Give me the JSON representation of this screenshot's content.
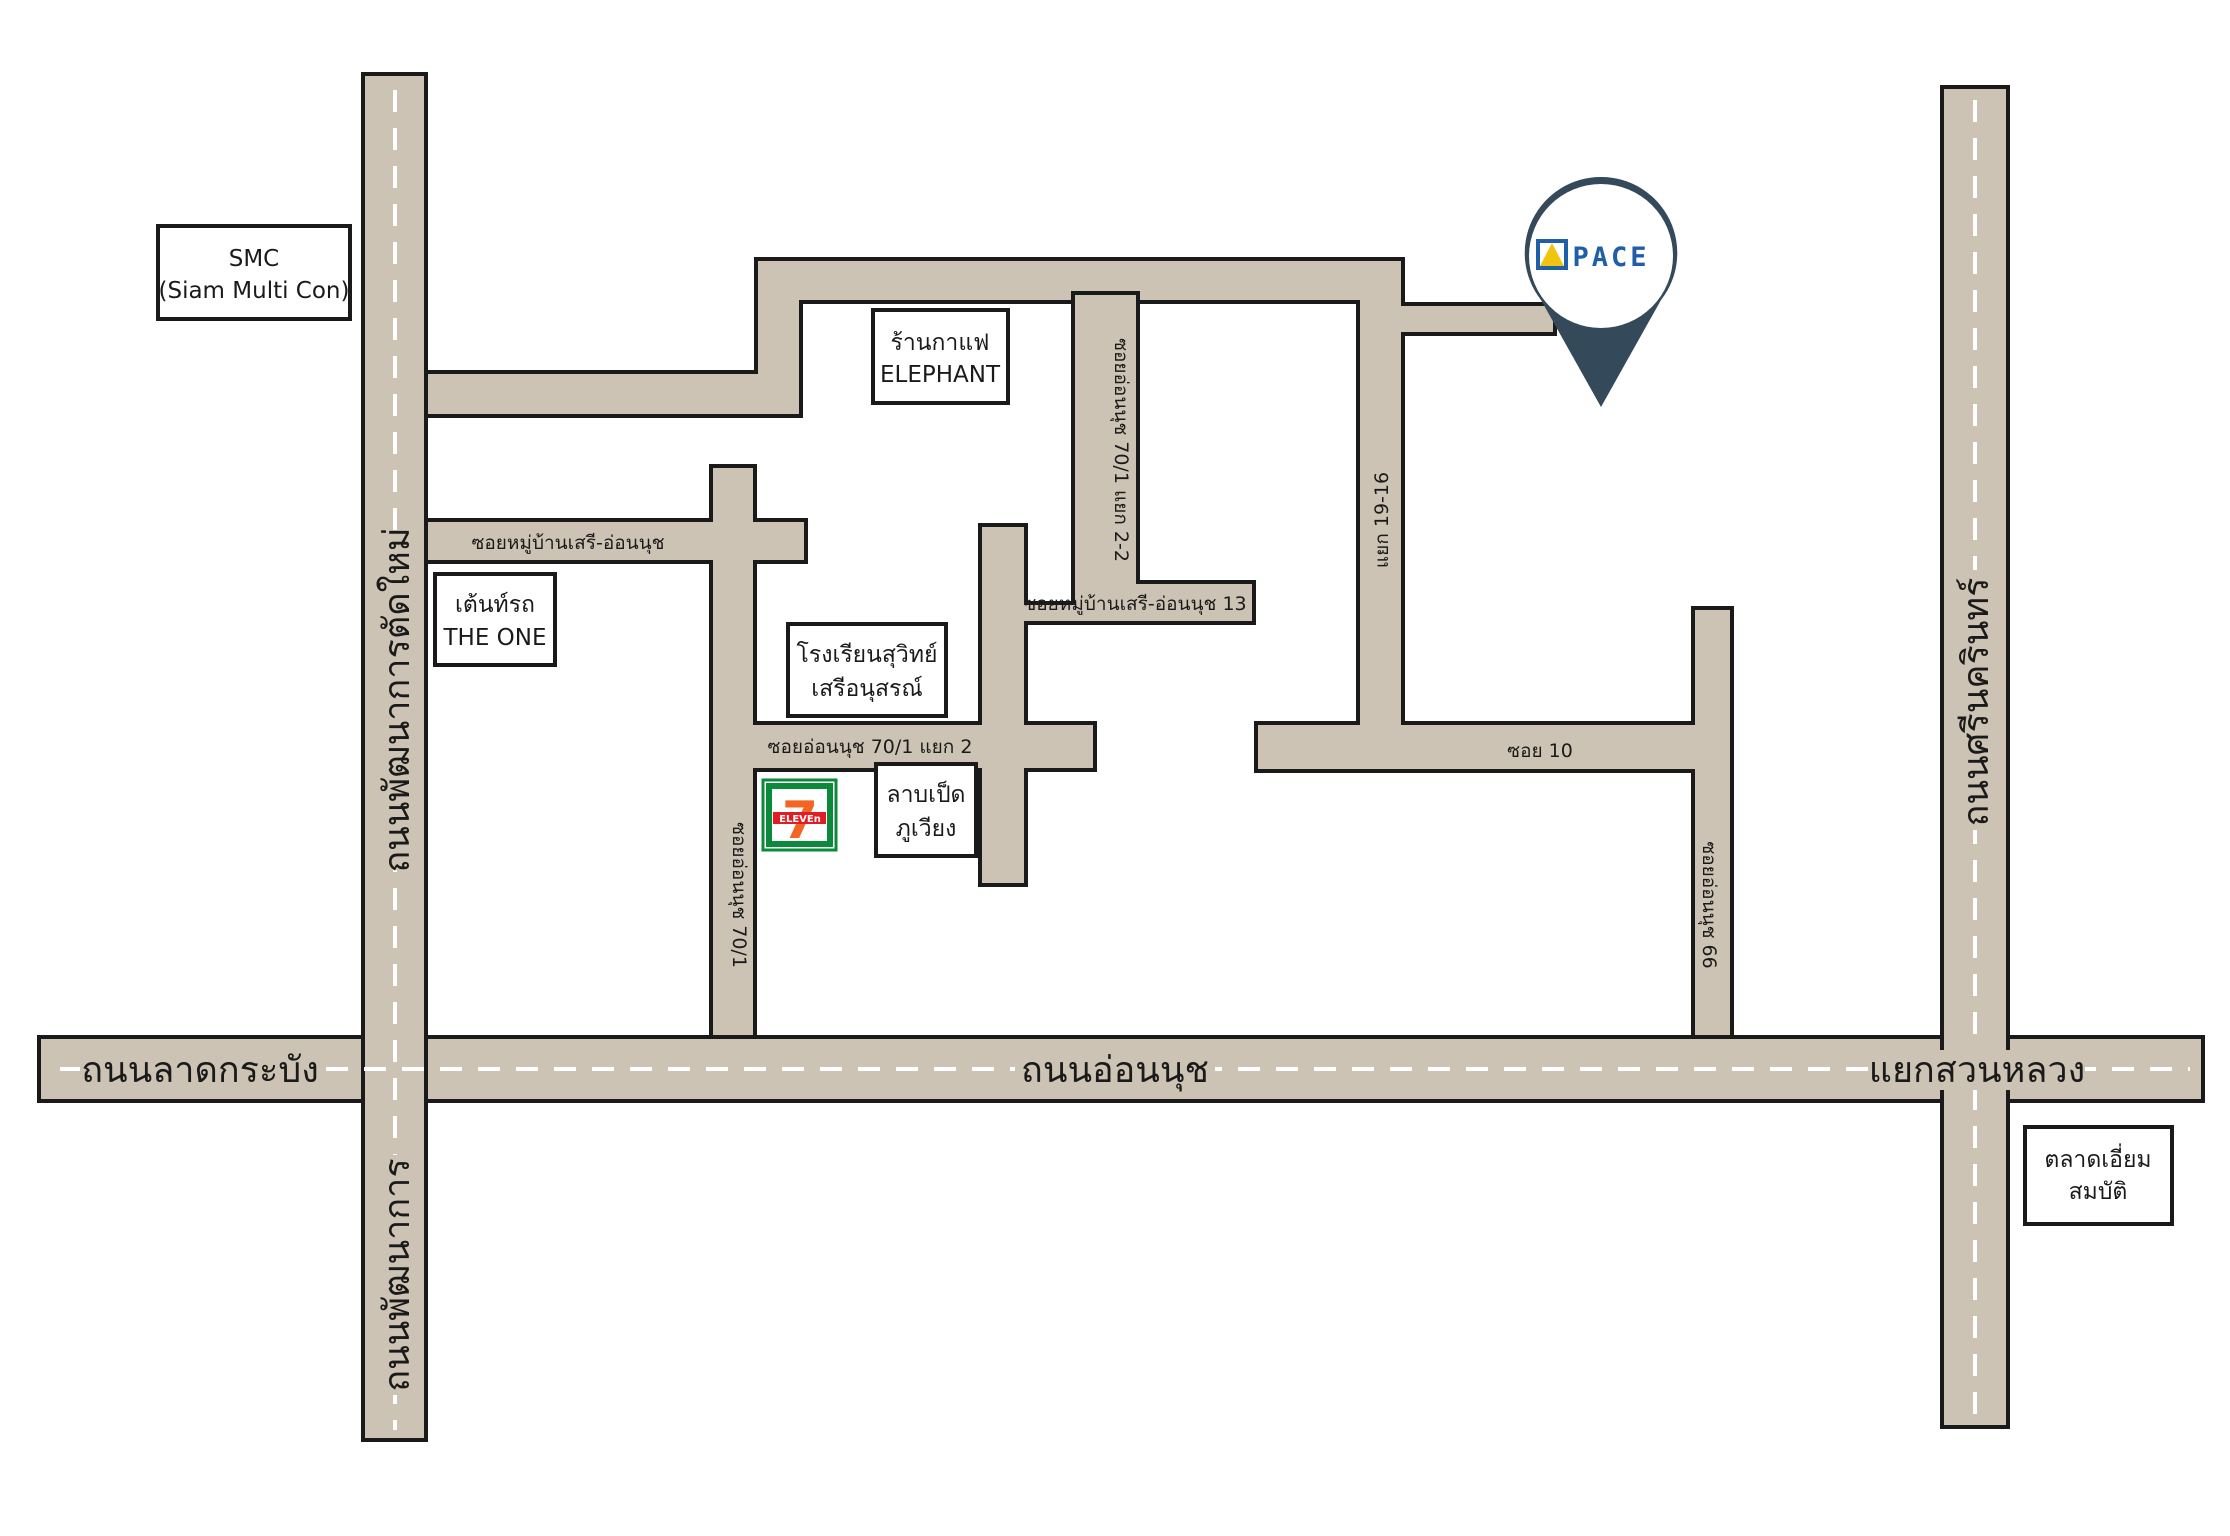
{
  "colors": {
    "road_fill": "#cdc3b4",
    "road_outline": "#1a1a1a",
    "lane_dash": "#ffffff",
    "pin": "#34495a",
    "logo_blue": "#1f5fa8",
    "logo_yellow": "#f1c40f",
    "seven_green": "#0a8a3a",
    "seven_orange": "#f26522",
    "seven_red": "#e31b23"
  },
  "roads": {
    "lat_krabang": "ถนนลาดกระบัง",
    "on_nut": "ถนนอ่อนนุช",
    "yaek_suan_luang": "แยกสวนหลวง",
    "phatthanakan_tat_mai": "ถนนพัฒนาการตัดใหม่",
    "phatthanakan": "ถนนพัฒนาการ",
    "srinakarin": "ถนนศรีนครินทร์",
    "soi_on_nut_70_1": "ซอยอ่อนนุช 70/1",
    "soi_on_nut_66": "ซอยอ่อนนุช 66",
    "soi_moo_ban_serm": "ซอยหมู่บ้านเสรี-อ่อนนุช",
    "soi_moo_ban_serm_13": "ซอยหมู่บ้านเสรี-อ่อนนุช 13",
    "soi_70_1_yaek_2": "ซอยอ่อนนุช 70/1 แยก 2",
    "soi_70_1_yaek_2_2": "ซอยอ่อนนุช 70/1 แยก 2-2",
    "yaek_19_16": "แยก 19-16",
    "soi_10": "ซอย 10"
  },
  "landmarks": {
    "smc": {
      "line1": "SMC",
      "line2": "(Siam Multi Con)"
    },
    "tent_rot": {
      "line1": "เต้นท์รถ",
      "line2": "THE ONE"
    },
    "cafe": {
      "line1": "ร้านกาแฟ",
      "line2": "ELEPHANT"
    },
    "school": {
      "line1": "โรงเรียนสุวิทย์",
      "line2": "เสรีอนุสรณ์"
    },
    "larb": {
      "line1": "ลาบเป็ด",
      "line2": "ภูเวียง"
    },
    "market": {
      "line1": "ตลาดเอี่ยม",
      "line2": "สมบัติ"
    }
  },
  "seven_eleven": {
    "numeral": "7",
    "word": "ELEVEn"
  },
  "destination": {
    "logo_text": "PACE",
    "icon": "map-pin-icon"
  }
}
